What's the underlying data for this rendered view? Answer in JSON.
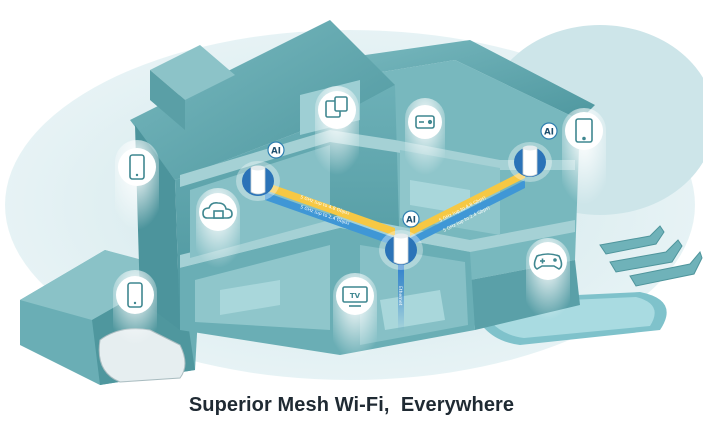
{
  "caption": "Superior Mesh Wi-Fi,  Everywhere",
  "badges": {
    "ai_left": "AI",
    "ai_center": "AI",
    "ai_right": "AI",
    "tv": "TV"
  },
  "backhaul": {
    "top_band": "5 GHz (up to 4.8 Gbps)",
    "bottom_band": "5 GHz (up to 2.4 Gbps)",
    "wired": "Ethernet"
  },
  "colors": {
    "wall": "#5ea5ad",
    "wall_dark": "#3f8790",
    "wall_light": "#8cc3c8",
    "backdrop": "#d6ebee",
    "yellow_beam": "#f6c844",
    "blue_beam": "#3f97d6",
    "bubble": "#ffffff",
    "caption": "#1f2a33"
  },
  "icons": [
    "phone-icon",
    "cloud-icon",
    "tablet-icon",
    "chat-devices-icon",
    "gamepad-icon",
    "tv-icon",
    "tablet-icon",
    "phone-icon"
  ]
}
